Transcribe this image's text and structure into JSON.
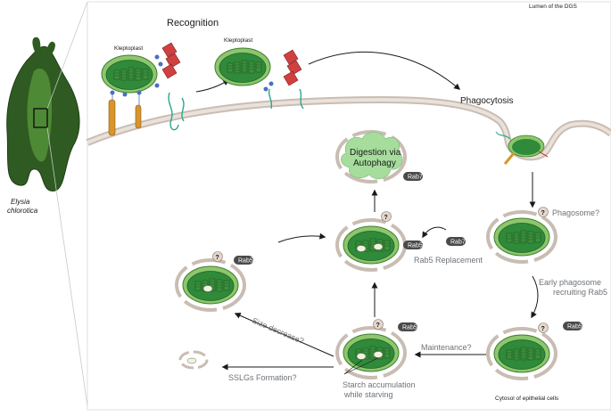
{
  "organism": {
    "name_line1": "Elysia",
    "name_line2": "chlorotica"
  },
  "compartments": {
    "lumen": "Lumen of the DGS",
    "cytosol": "Cytosol of epithelial cells"
  },
  "stages": {
    "recognition": "Recognition",
    "phagocytosis": "Phagocytosis",
    "phagosome": "Phagosome?",
    "early_phagosome_line1": "Early phagosome",
    "early_phagosome_line2": "recruiting Rab5",
    "maintenance": "Maintenance?",
    "starch_line1": "Starch accumulation",
    "starch_line2": "while starving",
    "rab5_replacement": "Rab5 Replacement",
    "digestion_line1": "Digestion via",
    "digestion_line2": "Autophagy",
    "size_decrease": "Size decrease?",
    "sslgs_formation": "SSLGs Formation?"
  },
  "labels": {
    "kleptoplast": "Kleptoplast",
    "question": "?",
    "rab5": "Rab5",
    "rab7": "Rab7"
  },
  "colors": {
    "slug_dark": "#2f5b22",
    "slug_light": "#5a9a3c",
    "chloroplast_outer": "#8cc66d",
    "chloroplast_inner": "#2f8a3a",
    "thylakoid": "#3d8f3e",
    "membrane": "#b9a99c",
    "rab_badge": "#4a4a4a",
    "autophagy_cloud": "#a6dd9c",
    "lectin_blue": "#4a6fc4",
    "receptor_teal": "#2aa68a",
    "receptor_orange": "#d8952c",
    "receptor_red": "#d04040"
  }
}
